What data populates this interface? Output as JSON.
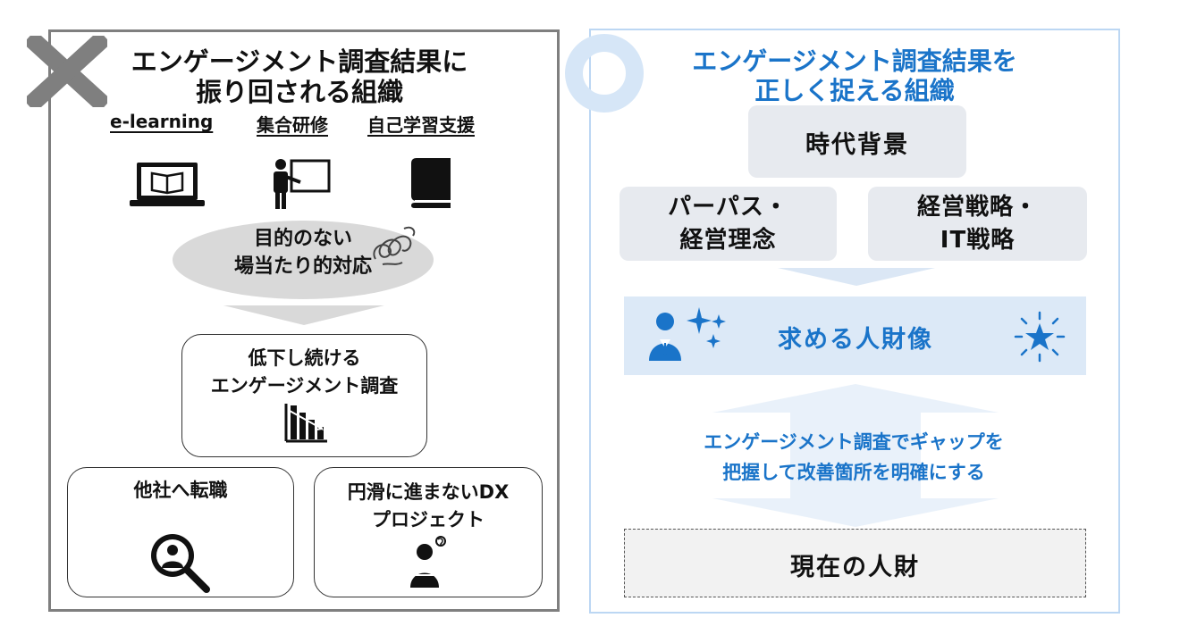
{
  "left": {
    "title_line1": "エンゲージメント調査結果に",
    "title_line2": "振り回される組織",
    "methods": [
      "e-learning",
      "集合研修",
      "自己学習支援"
    ],
    "oval_line1": "目的のない",
    "oval_line2": "場当たり的対応",
    "decline_line1": "低下し続ける",
    "decline_line2": "エンゲージメント調査",
    "turnover": "他社へ転職",
    "dx_line1": "円滑に進まないDX",
    "dx_line2": "プロジェクト"
  },
  "right": {
    "title_line1": "エンゲージメント調査結果を",
    "title_line2": "正しく捉える組織",
    "era": "時代背景",
    "purpose_line1": "パーパス・",
    "purpose_line2": "経営理念",
    "strategy_line1": "経営戦略・",
    "strategy_line2": "IT戦略",
    "talent": "求める人財像",
    "gap_line1": "エンゲージメント調査でギャップを",
    "gap_line2": "把握して改善箇所を明確にする",
    "current": "現在の人財"
  },
  "colors": {
    "accent_blue": "#1a74c9",
    "light_blue": "#dce9f7",
    "circle_blue": "#d6e6f7",
    "cross_gray": "#7f7f7f",
    "box_gray": "#e7eaef"
  },
  "icons": {
    "cross": "cross-mark-icon",
    "circle": "circle-mark-icon",
    "laptop": "laptop-book-icon",
    "teacher": "teacher-board-icon",
    "book": "book-icon",
    "tangle": "tangled-thought-icon",
    "chart": "declining-bar-chart-icon",
    "search_person": "magnifier-person-icon",
    "worried_person": "worried-person-icon",
    "business_person": "business-person-icon",
    "sparkles": "sparkles-icon",
    "star": "shining-star-icon"
  }
}
